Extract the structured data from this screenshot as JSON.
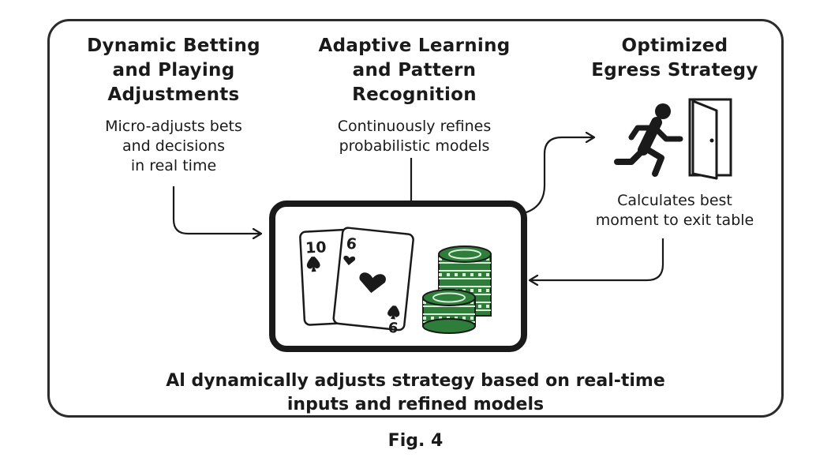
{
  "columns": [
    {
      "title": "Dynamic Betting\nand Playing\nAdjustments",
      "description": "Micro-adjusts bets\nand decisions\nin real time"
    },
    {
      "title": "Adaptive Learning\nand Pattern\nRecognition",
      "description": "Continuously refines\nprobabilistic models"
    },
    {
      "title": "Optimized\nEgress Strategy",
      "description": "Calculates best\nmoment to exit table"
    }
  ],
  "cards": {
    "back_card_rank": "10",
    "front_card_rank": "6",
    "front_card_rank_bottom": "6"
  },
  "caption": "Al dynamically adjusts strategy based on real-time\ninputs and refined models",
  "figure_label": "Fig. 4",
  "colors": {
    "stroke": "#1a1a1a",
    "chip_green": "#2e7d3a",
    "chip_light": "#d9eed9"
  }
}
